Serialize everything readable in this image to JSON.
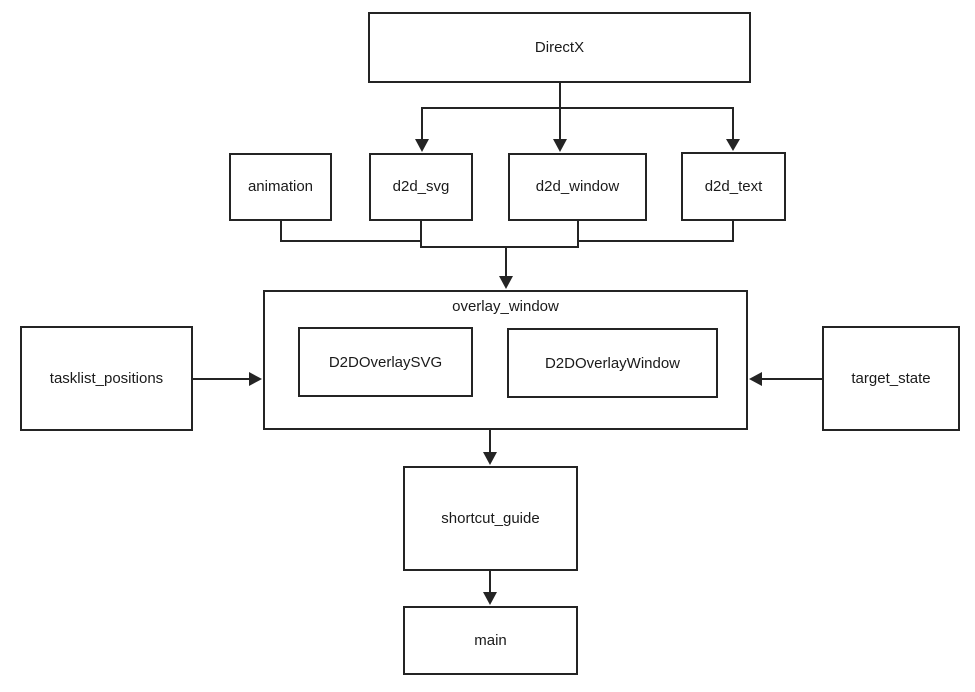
{
  "diagram": {
    "type": "dependency-flowchart",
    "background": "#ffffff",
    "line_color": "#242424",
    "text_color": "#1a1a1a",
    "nodes": {
      "directx": {
        "label": "DirectX"
      },
      "animation": {
        "label": "animation"
      },
      "d2d_svg": {
        "label": "d2d_svg"
      },
      "d2d_window": {
        "label": "d2d_window"
      },
      "d2d_text": {
        "label": "d2d_text"
      },
      "overlay_window": {
        "label": "overlay_window"
      },
      "d2d_overlay_svg": {
        "label": "D2DOverlaySVG"
      },
      "d2d_overlay_window": {
        "label": "D2DOverlayWindow"
      },
      "tasklist_positions": {
        "label": "tasklist_positions"
      },
      "target_state": {
        "label": "target_state"
      },
      "shortcut_guide": {
        "label": "shortcut_guide"
      },
      "main": {
        "label": "main"
      }
    },
    "edges": [
      {
        "from": "DirectX",
        "to": "d2d_svg"
      },
      {
        "from": "DirectX",
        "to": "d2d_window"
      },
      {
        "from": "DirectX",
        "to": "d2d_text"
      },
      {
        "from": "animation",
        "to": "overlay_window"
      },
      {
        "from": "d2d_svg",
        "to": "overlay_window"
      },
      {
        "from": "d2d_window",
        "to": "overlay_window"
      },
      {
        "from": "d2d_text",
        "to": "overlay_window"
      },
      {
        "from": "tasklist_positions",
        "to": "overlay_window"
      },
      {
        "from": "target_state",
        "to": "overlay_window"
      },
      {
        "from": "overlay_window",
        "to": "shortcut_guide"
      },
      {
        "from": "shortcut_guide",
        "to": "main"
      }
    ]
  }
}
